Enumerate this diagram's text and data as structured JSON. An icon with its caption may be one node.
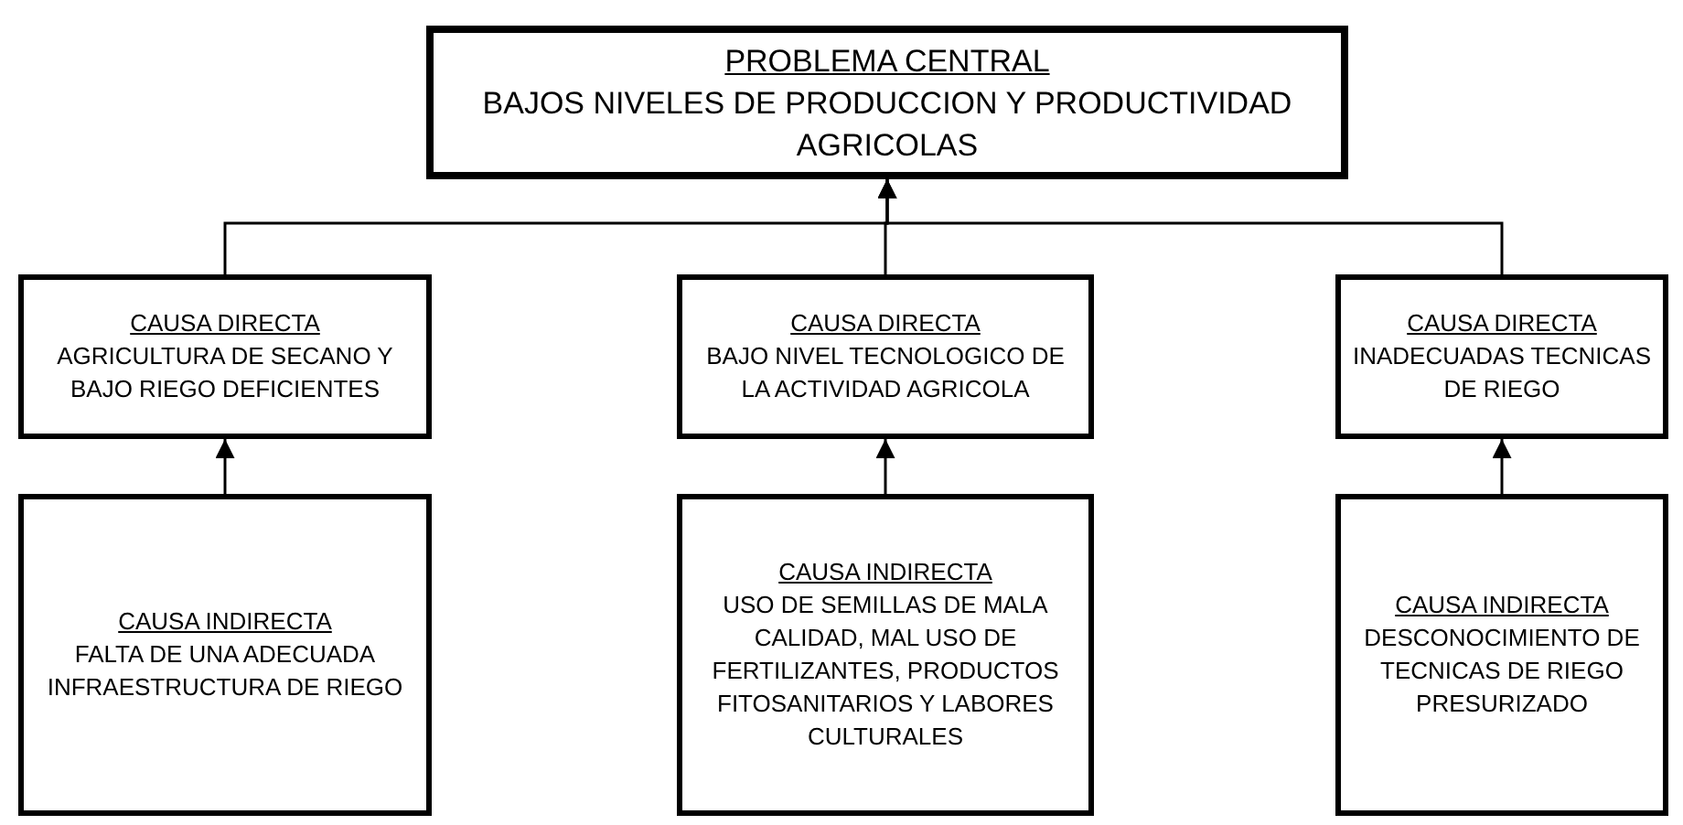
{
  "diagram": {
    "nodes": [
      {
        "text": [
          "PROBLEMA CENTRAL",
          "BAJOS NIVELES DE PRODUCCION Y PRODUCTIVIDAD AGRICOLAS"
        ]
      },
      {
        "text": [
          "CAUSA DIRECTA",
          "AGRICULTURA DE SECANO Y BAJO RIEGO DEFICIENTES"
        ]
      },
      {
        "text": [
          "CAUSA DIRECTA",
          "BAJO NIVEL TECNOLOGICO DE LA ACTIVIDAD AGRICOLA"
        ]
      },
      {
        "text": [
          "CAUSA DIRECTA",
          "INADECUADAS TECNICAS DE RIEGO"
        ]
      },
      {
        "text": [
          "CAUSA INDIRECTA",
          "FALTA DE UNA ADECUADA INFRAESTRUCTURA DE RIEGO"
        ]
      },
      {
        "text": [
          "CAUSA INDIRECTA",
          "USO DE SEMILLAS DE MALA CALIDAD, MAL USO DE FERTILIZANTES, PRODUCTOS FITOSANITARIOS Y LABORES CULTURALES"
        ]
      },
      {
        "text": [
          "CAUSA INDIRECTA",
          "DESCONOCIMIENTO DE TECNICAS DE RIEGO PRESURIZADO"
        ]
      }
    ],
    "edges": [
      {
        "from": 1,
        "to": 0,
        "arrow": "to"
      },
      {
        "from": 2,
        "to": 0,
        "arrow": "to"
      },
      {
        "from": 3,
        "to": 0,
        "arrow": "to"
      },
      {
        "from": 4,
        "to": 1,
        "arrow": "to"
      },
      {
        "from": 5,
        "to": 2,
        "arrow": "to"
      },
      {
        "from": 6,
        "to": 3,
        "arrow": "to"
      }
    ]
  }
}
